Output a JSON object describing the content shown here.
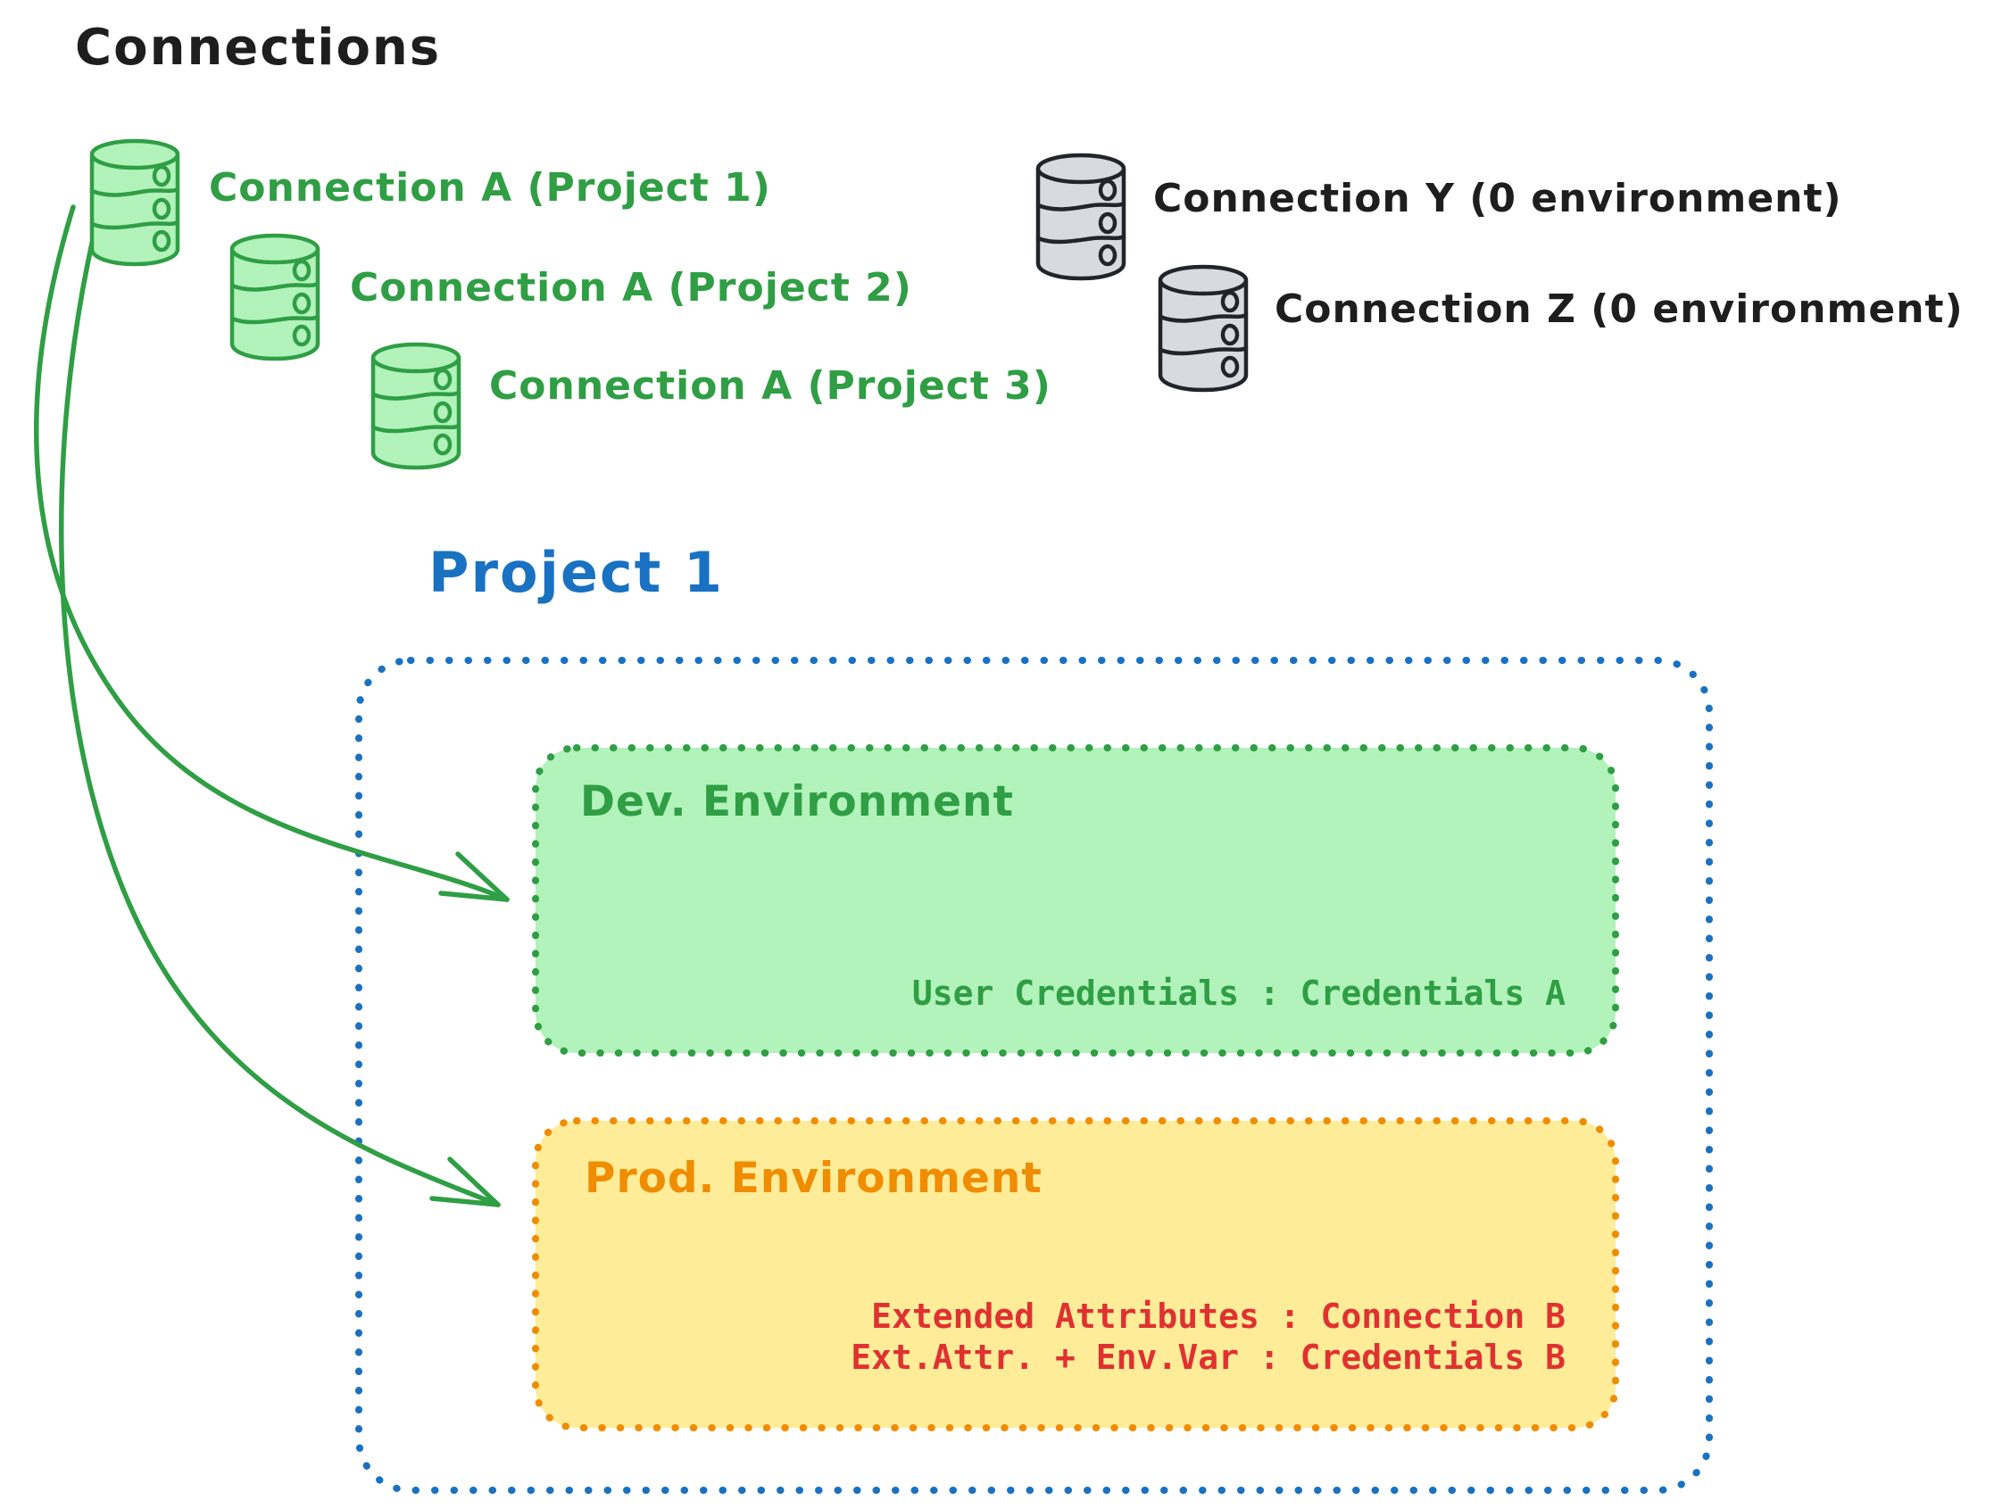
{
  "title": "Connections",
  "connections": {
    "green": [
      {
        "label": "Connection A (Project 1)"
      },
      {
        "label": "Connection A (Project 2)"
      },
      {
        "label": "Connection A (Project 3)"
      }
    ],
    "gray": [
      {
        "label": "Connection Y (0 environment)"
      },
      {
        "label": "Connection Z (0 environment)"
      }
    ]
  },
  "project": {
    "title": "Project 1",
    "dev_environment": {
      "title": "Dev. Environment",
      "mapping": "User Credentials : Credentials A"
    },
    "prod_environment": {
      "title": "Prod. Environment",
      "mappings": [
        "Extended Attributes : Connection B",
        "Ext.Attr. + Env.Var : Credentials B"
      ]
    }
  },
  "colors": {
    "green": "#2f9e44",
    "green_fill": "#b2f2bb",
    "blue": "#1971c2",
    "orange": "#f08c00",
    "yellow_fill": "#ffec99",
    "red": "#e03131",
    "ink": "#1e1e1e",
    "gray_stroke": "#212529",
    "gray_fill": "#d7dbe0"
  }
}
